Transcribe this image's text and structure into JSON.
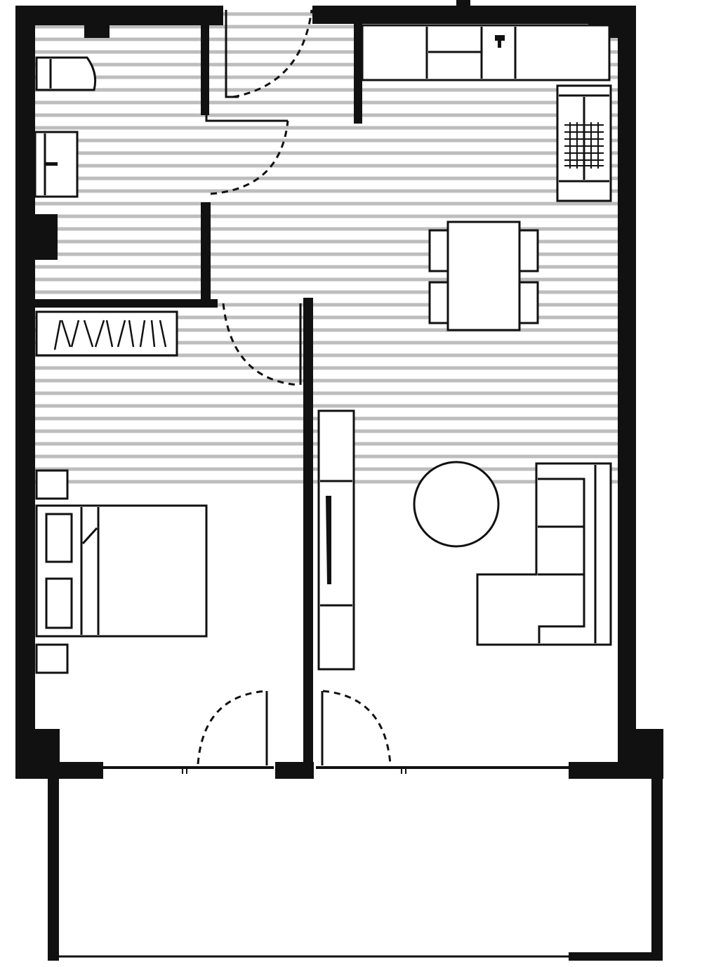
{
  "plan": {
    "rooms": [
      {
        "id": "bathroom",
        "floor": "striped"
      },
      {
        "id": "hallway",
        "floor": "striped"
      },
      {
        "id": "kitchen",
        "floor": "striped"
      },
      {
        "id": "bedroom",
        "floor": "striped-upper"
      },
      {
        "id": "living-room",
        "floor": "striped-upper"
      },
      {
        "id": "balcony",
        "floor": "plain"
      }
    ],
    "furniture": [
      "bathtub",
      "washbasin",
      "kitchen-counter",
      "sink",
      "stove",
      "dining-table",
      "wardrobe",
      "double-bed",
      "nightstand",
      "tv-unit",
      "round-coffee-table",
      "corner-sofa"
    ],
    "colors": {
      "wall": "#111111",
      "stripe": "#bdbdbd",
      "background": "#ffffff"
    }
  }
}
